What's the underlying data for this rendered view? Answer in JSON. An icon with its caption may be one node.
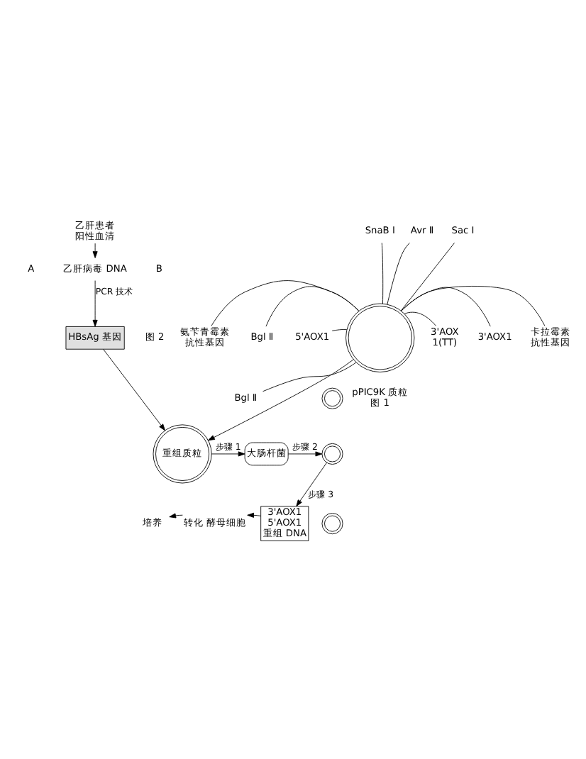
{
  "diagram": {
    "nodes": [
      {
        "text": [],
        "shape": "circle",
        "beside": [
          "pPIC9K 质粒",
          "图 1"
        ]
      },
      {
        "text": [
          "SnaB Ⅰ"
        ]
      },
      {
        "text": [
          "Avr Ⅱ"
        ]
      },
      {
        "text": [
          "Sac Ⅰ"
        ]
      },
      {
        "text": [
          "Bgl Ⅱ"
        ]
      },
      {
        "text": [
          "3'AOX1(TT)"
        ]
      },
      {
        "text": [
          "5'AOX1"
        ]
      },
      {
        "text": [
          "氨苄青霉素抗性基因"
        ]
      },
      {
        "text": [
          "3'AOX1"
        ]
      },
      {
        "text": [
          "卡拉霉素抗性基因"
        ]
      },
      {
        "text": [
          "Bgl Ⅱ"
        ]
      },
      {
        "text": [
          "乙肝患者阳性血清"
        ]
      },
      {
        "text": [
          "乙肝病毒 DNA"
        ]
      },
      {
        "text": [
          "HBsAg 基因"
        ],
        "beside": [
          "图 2"
        ]
      },
      {
        "text": [
          "重组质粒"
        ]
      },
      {
        "text": [
          "大肠杆菌"
        ]
      },
      {
        "text": [],
        "shape": "circle"
      },
      {
        "text": [],
        "shape": "circle"
      },
      {
        "text": [],
        "shape": "circle"
      },
      {
        "text": [
          "3'AOX1",
          "5'AOX1",
          "重组 DNA"
        ]
      },
      {
        "text": [
          "转化 酵母细胞"
        ]
      },
      {
        "text": [
          "培养"
        ]
      }
    ],
    "edges": [
      {
        "from": 1,
        "to": 0,
        "arrow": "none"
      },
      {
        "from": 2,
        "to": 0,
        "arrow": "none"
      },
      {
        "from": 3,
        "to": 0,
        "arrow": "none"
      },
      {
        "from": 4,
        "to": 0,
        "arrow": "none"
      },
      {
        "from": 5,
        "to": 0,
        "arrow": "none"
      },
      {
        "from": 6,
        "to": 0,
        "arrow": "none"
      },
      {
        "from": 7,
        "to": 0,
        "arrow": "none"
      },
      {
        "from": 8,
        "to": 0,
        "arrow": "none"
      },
      {
        "from": 9,
        "to": 0,
        "arrow": "none"
      },
      {
        "from": 10,
        "to": 0,
        "arrow": "none"
      },
      {
        "from": 11,
        "to": 12,
        "arrow": "to"
      },
      {
        "from": 12,
        "to": 13,
        "arrow": "to",
        "label": "PCR 技术"
      },
      {
        "from": 0,
        "to": 14,
        "arrow": "to"
      },
      {
        "from": 13,
        "to": 14,
        "arrow": "to"
      },
      {
        "from": 14,
        "to": 15,
        "arrow": "to",
        "label": "步骤 1"
      },
      {
        "from": 15,
        "to": 17,
        "arrow": "to",
        "label": "步骤 2"
      },
      {
        "from": 17,
        "to": 19,
        "arrow": "to",
        "label": "步骤 3"
      },
      {
        "from": 19,
        "to": 20,
        "arrow": "to"
      },
      {
        "from": 20,
        "to": 21,
        "arrow": "to"
      }
    ],
    "labels": [
      "A",
      "B"
    ]
  }
}
